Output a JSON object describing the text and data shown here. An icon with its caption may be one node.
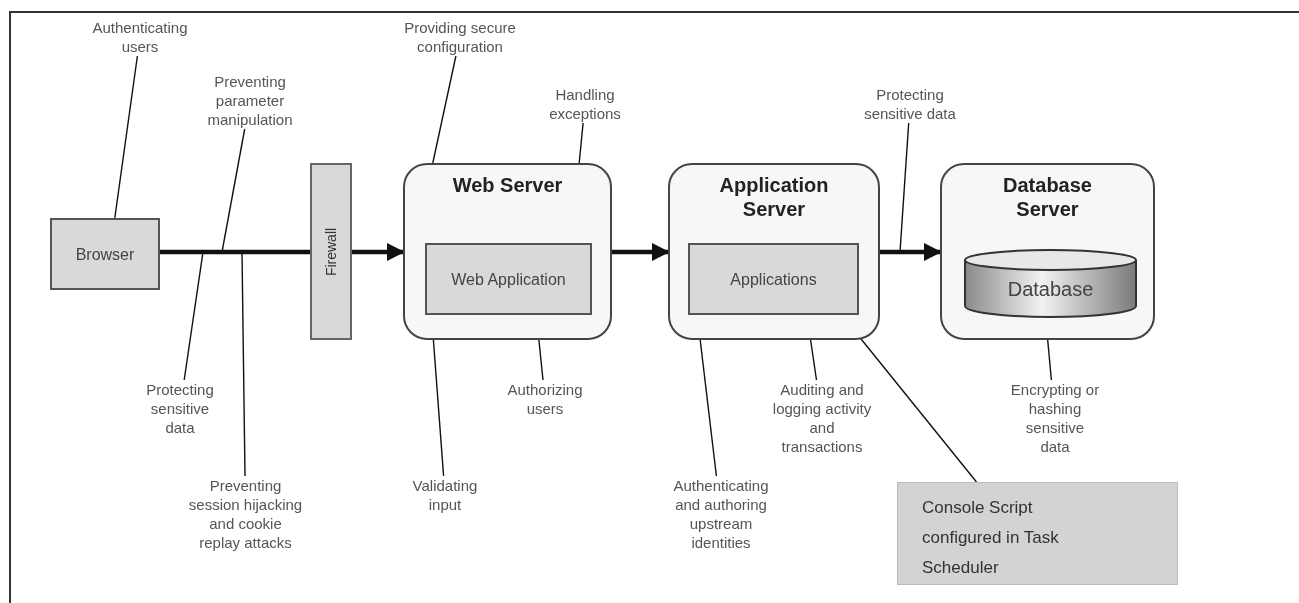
{
  "diagram": {
    "nodes": [
      {
        "text": [
          "Browser"
        ]
      },
      {
        "text": [
          "Firewall"
        ]
      },
      {
        "text": [
          "Web Server"
        ]
      },
      {
        "text": [
          "Web Application"
        ],
        "in": 2
      },
      {
        "text": [
          "Application Server"
        ]
      },
      {
        "text": [
          "Applications"
        ],
        "in": 4
      },
      {
        "text": [
          "Database Server"
        ]
      },
      {
        "text": [
          "Database"
        ],
        "in": 6
      },
      {
        "text": [
          "Console Script configured in Task Scheduler"
        ]
      },
      {
        "text": [
          "Authenticating users"
        ]
      },
      {
        "text": [
          "Preventing parameter manipulation"
        ]
      },
      {
        "text": [
          "Providing secure configuration"
        ]
      },
      {
        "text": [
          "Handling exceptions"
        ]
      },
      {
        "text": [
          "Protecting sensitive data"
        ]
      },
      {
        "text": [
          "Protecting sensitive data"
        ]
      },
      {
        "text": [
          "Preventing session hijacking and cookie replay attacks"
        ]
      },
      {
        "text": [
          "Validating input"
        ]
      },
      {
        "text": [
          "Authorizing users"
        ]
      },
      {
        "text": [
          "Authenticating and authoring upstream identities"
        ]
      },
      {
        "text": [
          "Auditing and logging activity and transactions"
        ]
      },
      {
        "text": [
          "Encrypting or hashing sensitive data"
        ]
      }
    ],
    "edges": [
      {
        "from": 0,
        "to": 1,
        "arrow": "none",
        "style": "thick"
      },
      {
        "from": 1,
        "to": 2,
        "arrow": "to",
        "style": "thick"
      },
      {
        "from": 2,
        "to": 4,
        "arrow": "to",
        "style": "thick"
      },
      {
        "from": 4,
        "to": 6,
        "arrow": "to",
        "style": "thick"
      },
      {
        "from": 9,
        "to": 0,
        "arrow": "none"
      },
      {
        "from": 10,
        "to": null,
        "arrow": "none"
      },
      {
        "from": 11,
        "to": 2,
        "arrow": "none"
      },
      {
        "from": 12,
        "to": 2,
        "arrow": "none"
      },
      {
        "from": 13,
        "to": null,
        "arrow": "none"
      },
      {
        "from": 14,
        "to": null,
        "arrow": "none"
      },
      {
        "from": 15,
        "to": null,
        "arrow": "none"
      },
      {
        "from": 16,
        "to": 2,
        "arrow": "none"
      },
      {
        "from": 17,
        "to": 2,
        "arrow": "none"
      },
      {
        "from": 18,
        "to": 4,
        "arrow": "none"
      },
      {
        "from": 19,
        "to": 4,
        "arrow": "none"
      },
      {
        "from": 20,
        "to": 6,
        "arrow": "none"
      },
      {
        "from": 8,
        "to": 5,
        "arrow": "none"
      }
    ]
  }
}
